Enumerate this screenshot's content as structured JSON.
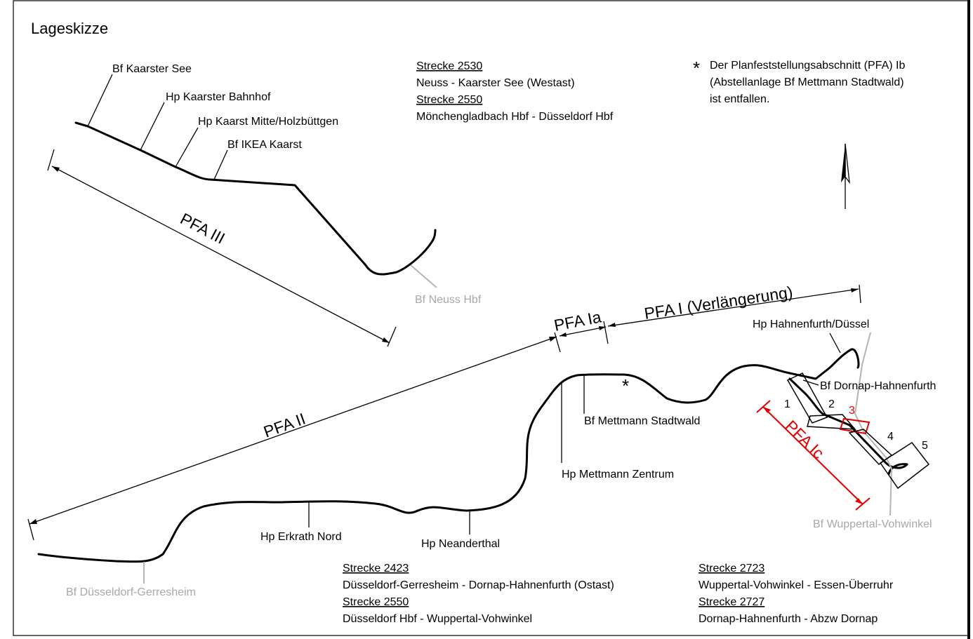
{
  "title": "Lageskizze",
  "note": {
    "asterisk": "*",
    "lines": [
      "Der Planfeststellungsabschnitt (PFA) Ib",
      "(Abstellanlage Bf Mettmann Stadtwald)",
      "ist entfallen."
    ]
  },
  "route_legends": {
    "top": [
      {
        "strecke": "Strecke 2530",
        "route": "Neuss - Kaarster See (Westast)"
      },
      {
        "strecke": "Strecke 2550",
        "route": "Mönchengladbach Hbf - Düsseldorf Hbf"
      }
    ],
    "bottom_center": [
      {
        "strecke": "Strecke 2423",
        "route": "Düsseldorf-Gerresheim - Dornap-Hahnenfurth (Ostast)"
      },
      {
        "strecke": "Strecke 2550",
        "route": "Düsseldorf Hbf - Wuppertal-Vohwinkel"
      }
    ],
    "bottom_right": [
      {
        "strecke": "Strecke 2723",
        "route": "Wuppertal-Vohwinkel - Essen-Überruhr"
      },
      {
        "strecke": "Strecke 2727",
        "route": "Dornap-Hahnenfurth - Abzw Dornap"
      }
    ]
  },
  "stations": {
    "kaarster_see": "Bf Kaarster See",
    "kaarster_bahnhof": "Hp Kaarster Bahnhof",
    "kaarst_mitte": "Hp Kaarst Mitte/Holzbüttgen",
    "ikea_kaarst": "Bf IKEA Kaarst",
    "neuss_hbf": "Bf Neuss Hbf",
    "hahnenfurth_duessel": "Hp Hahnenfurth/Düssel",
    "dornap_hahnenfurth": "Bf Dornap-Hahnenfurth",
    "mettmann_stadtwald": "Bf Mettmann Stadtwald",
    "mettmann_zentrum": "Hp Mettmann Zentrum",
    "wuppertal_vohwinkel": "Bf Wuppertal-Vohwinkel",
    "erkrath_nord": "Hp Erkrath Nord",
    "neanderthal": "Hp Neanderthal",
    "duesseldorf_gerresheim": "Bf Düsseldorf-Gerresheim"
  },
  "sections": {
    "pfa_iii": "PFA III",
    "pfa_ii": "PFA II",
    "pfa_ia": "PFA Ia",
    "pfa_i": "PFA I (Verlängerung)",
    "pfa_ic": "PFA Ic"
  },
  "section_numbers": [
    "1",
    "2",
    "3",
    "4",
    "5"
  ],
  "deleted_section_marker": "*",
  "north_arrow_icon": "north-arrow-icon",
  "colors": {
    "track": "#000000",
    "inactive_station": "#a8a8a8",
    "highlight_section": "#e10000"
  }
}
